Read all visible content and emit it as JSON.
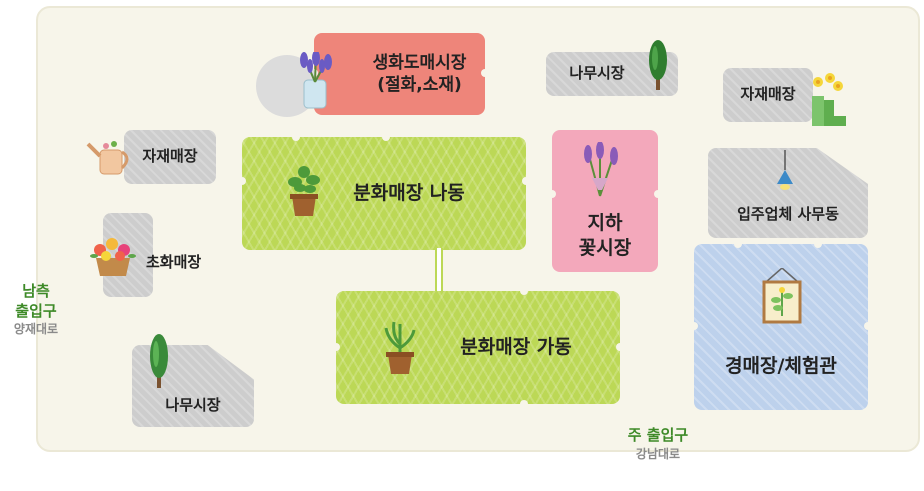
{
  "map": {
    "areas": {
      "flower_market": "생화도매시장\n(절화,소재)",
      "tree_market_top": "나무시장",
      "material_store_top_right": "자재매장",
      "material_store_left": "자재매장",
      "bunhwa_na": "분화매장 나동",
      "underground_flower": "지하\n꽃시장",
      "tenant_office": "입주업체 사무동",
      "plant_store": "초화매장",
      "bunhwa_ga": "분화매장 가동",
      "auction_hall": "경매장/체험관",
      "tree_market_bottom": "나무시장"
    },
    "entrances": {
      "south": {
        "title": "남측\n출입구",
        "road": "양재대로"
      },
      "main": {
        "title": "주 출입구",
        "road": "강남대로"
      }
    },
    "colors": {
      "gray_area": "#cdcdcd",
      "green_area": "#bcd856",
      "red_area": "#ee857a",
      "pink_area": "#f3a8bb",
      "blue_area": "#bdd1ec",
      "entrance_text": "#3e8a28",
      "road_text": "#8a8a8a"
    },
    "icons": [
      "lavender-jar-icon",
      "tree-icon",
      "watering-can-icon",
      "boots-flower-icon",
      "potted-plant-icon",
      "flower-bouquet-icon",
      "lamp-icon",
      "flower-basket-icon",
      "framed-plant-icon",
      "cypress-icon"
    ]
  }
}
